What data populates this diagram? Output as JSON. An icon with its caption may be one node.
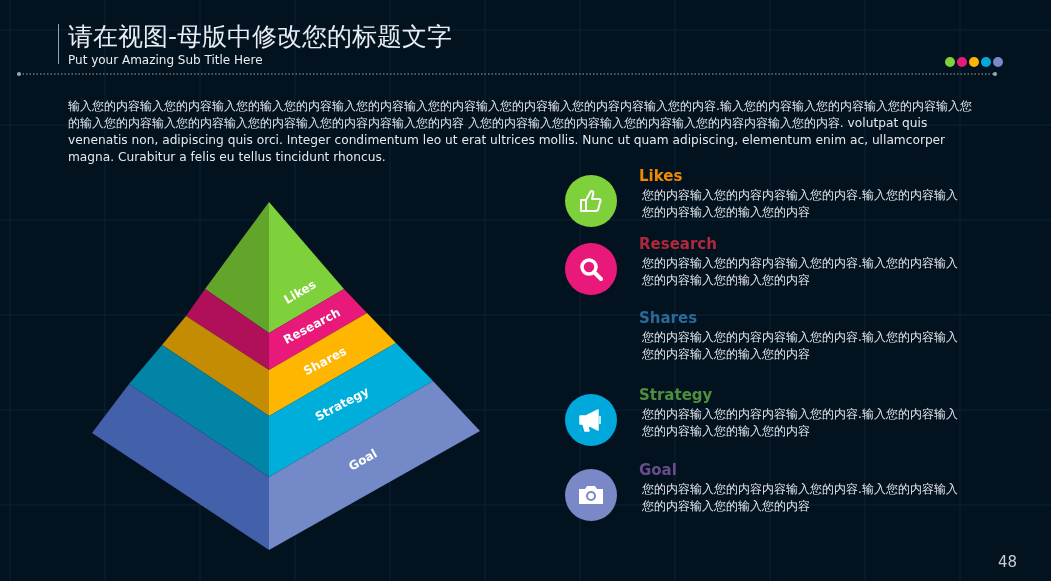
{
  "diagram": {
    "title": "请在视图-母版中修改您的标题文字",
    "nodes": [
      {
        "text": [
          "Likes"
        ]
      },
      {
        "text": [
          "Research"
        ]
      },
      {
        "text": [
          "Shares"
        ]
      },
      {
        "text": [
          "Strategy"
        ]
      },
      {
        "text": [
          "Goal"
        ]
      },
      {
        "text": [
          "Likes",
          "您的内容输入您的内容内容输入您的内容.输入您的内容输入您的内容输入您的输入您的内容"
        ]
      },
      {
        "text": [
          "Research",
          "您的内容输入您的内容内容输入您的内容.输入您的内容输入您的内容输入您的输入您的内容"
        ]
      },
      {
        "text": [
          "Shares",
          "您的内容输入您的内容内容输入您的内容.输入您的内容输入您的内容输入您的输入您的内容"
        ]
      },
      {
        "text": [
          "Strategy",
          "您的内容输入您的内容内容输入您的内容.输入您的内容输入您的内容输入您的输入您的内容"
        ]
      },
      {
        "text": [
          "Goal",
          "您的内容输入您的内容内容输入您的内容.输入您的内容输入您的内容输入您的输入您的内容"
        ]
      }
    ],
    "labels": [
      "Put your Amazing Sub Title Here",
      "输入您的内容输入您的内容输入您的输入您的内容输入您的内容输入您的内容输入您的内容输入您的内容内容输入您的内容.输入您的内容输入您的内容输入您的内容输入您的输入您的内容输入您的内容输入您的内容输入您的内容内容输入您的内容 入您的内容输入您的内容输入您的内容输入您的内容内容输入您的内容. volutpat quis venenatis non, adipiscing quis orci. Integer condimentum leo ut erat ultrices mollis. Nunc ut quam adipiscing, elementum enim ac, ullamcorper magna. Curabitur a felis eu tellus tincidunt rhoncus.",
      "48"
    ]
  }
}
